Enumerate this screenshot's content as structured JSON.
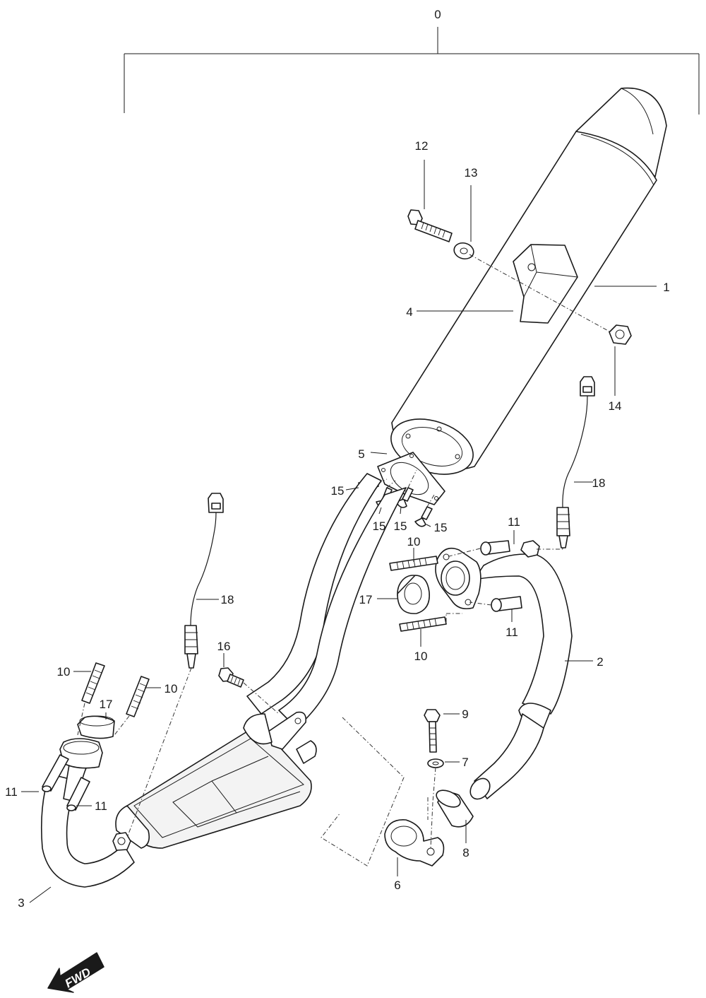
{
  "callouts": {
    "c0": "0",
    "c1": "1",
    "c2": "2",
    "c3": "3",
    "c4": "4",
    "c5": "5",
    "c6": "6",
    "c7": "7",
    "c8": "8",
    "c9": "9",
    "c10a": "10",
    "c10b": "10",
    "c10c": "10",
    "c10d": "10",
    "c11a": "11",
    "c11b": "11",
    "c11c": "11",
    "c11d": "11",
    "c12": "12",
    "c13": "13",
    "c14": "14",
    "c15a": "15",
    "c15b": "15",
    "c15c": "15",
    "c15d": "15",
    "c16": "16",
    "c17a": "17",
    "c17b": "17",
    "c18a": "18",
    "c18b": "18"
  },
  "direction_badge": {
    "label": "FWD",
    "icon": "forward-arrow-icon"
  },
  "colors": {
    "line": "#1a1a1a",
    "background": "#ffffff",
    "badge_fill": "#1a1a1a"
  }
}
